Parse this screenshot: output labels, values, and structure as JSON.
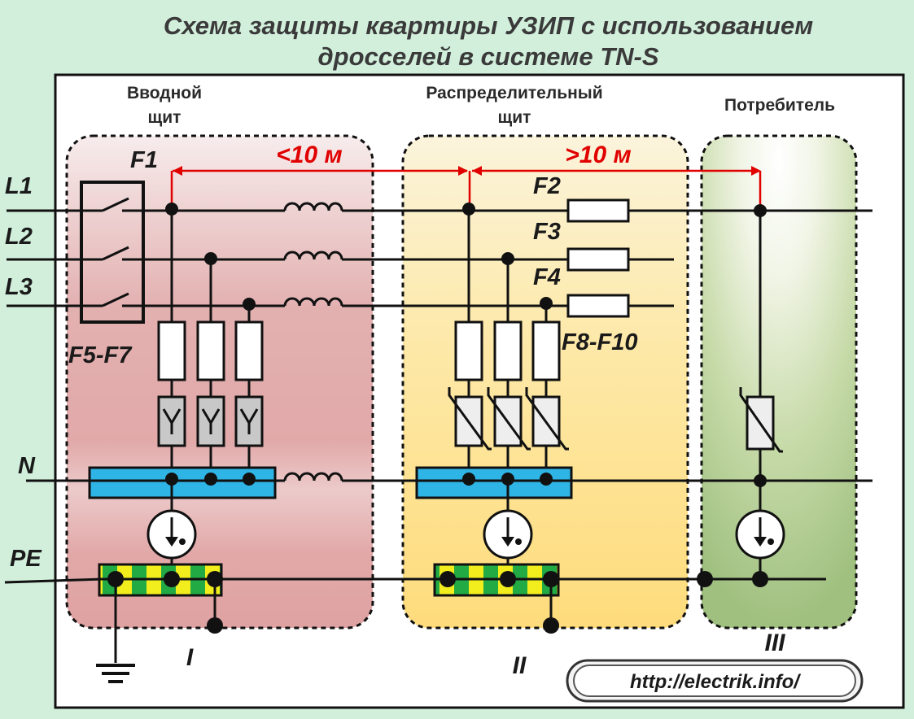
{
  "title": {
    "line1": "Схема защиты квартиры УЗИП с использованием",
    "line2": "дросселей в системе TN-S"
  },
  "sections": {
    "input_line1": "Вводной",
    "input_line2": "щит",
    "dist_line1": "Распределительный",
    "dist_line2": "щит",
    "consumer": "Потребитель"
  },
  "distances": {
    "near": "<10 м",
    "far": ">10 м"
  },
  "labels": {
    "L1": "L1",
    "L2": "L2",
    "L3": "L3",
    "N": "N",
    "PE": "PE",
    "F1": "F1",
    "F2": "F2",
    "F3": "F3",
    "F4": "F4",
    "F5_F7": "F5-F7",
    "F8_F10": "F8-F10"
  },
  "zones": {
    "zone1": "I",
    "zone2": "II",
    "zone3": "III"
  },
  "watermark": "http://electrik.info/",
  "colors": {
    "background": "#d2efdc",
    "zone1": "#e0a9a9",
    "zone2": "#ffe390",
    "zone3": "#a9c889",
    "n_bus": "#2fb4e6",
    "pe_bus_green": "#22aa44",
    "pe_bus_yellow": "#f2ee1e",
    "distance_marker": "#e00000"
  }
}
